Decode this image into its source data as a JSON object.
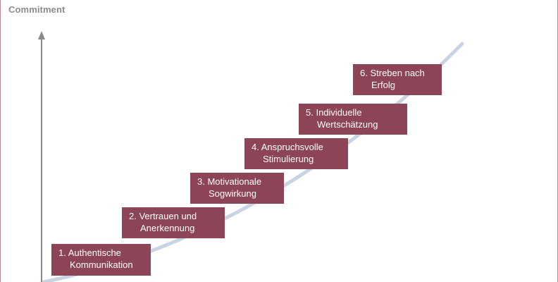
{
  "title": "Commitment",
  "colors": {
    "box": "#8c4456",
    "curve": "#c9d4e2",
    "axis": "#8a8a8a",
    "frame": "#b98a92"
  },
  "steps": [
    {
      "line1": "1. Authentische",
      "line2": "Kommunikation"
    },
    {
      "line1": "2. Vertrauen und",
      "line2": "Anerkennung"
    },
    {
      "line1": "3. Motivationale",
      "line2": "Sogwirkung"
    },
    {
      "line1": "4. Anspruchsvolle",
      "line2": "Stimulierung"
    },
    {
      "line1": "5. Individuelle",
      "line2": "Wertschätzung"
    },
    {
      "line1": "6. Streben nach",
      "line2": "Erfolg"
    }
  ]
}
